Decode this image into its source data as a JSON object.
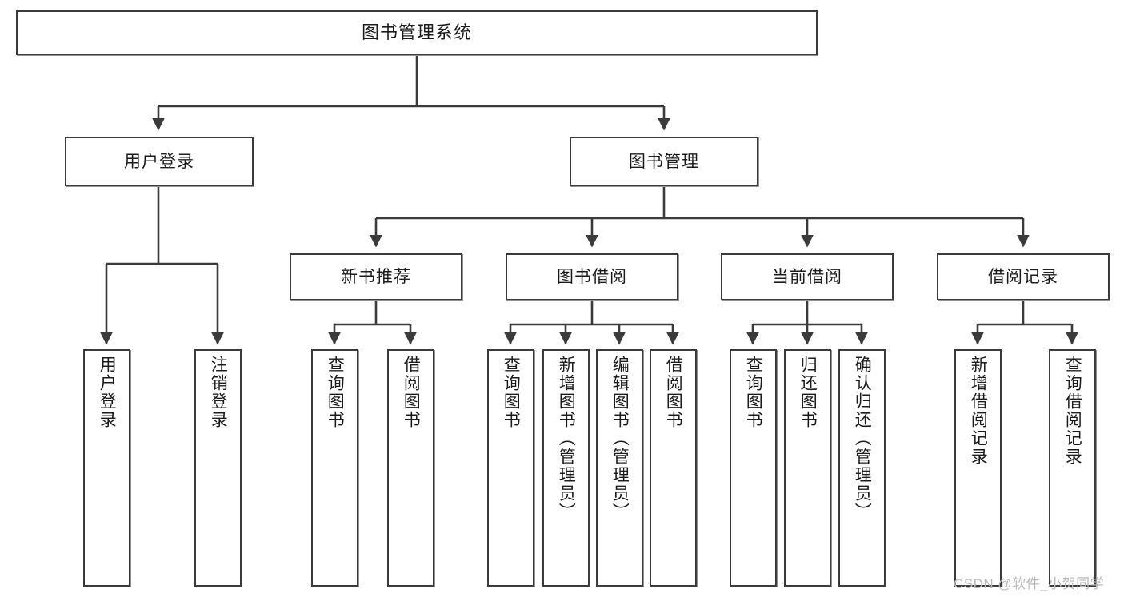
{
  "diagram": {
    "title": "图书管理系统",
    "type": "hierarchy-tree",
    "line_color": "#3b3b3b",
    "box_fill": "#ffffff",
    "text_color": "#1c1c1c",
    "levels": 4,
    "root": {
      "label": "图书管理系统"
    },
    "level2": [
      {
        "label": "用户登录"
      },
      {
        "label": "图书管理"
      }
    ],
    "level3": [
      {
        "label": "新书推荐"
      },
      {
        "label": "图书借阅"
      },
      {
        "label": "当前借阅"
      },
      {
        "label": "借阅记录"
      }
    ],
    "leaves": [
      {
        "label": "用户登录",
        "parent": "用户登录"
      },
      {
        "label": "注销登录",
        "parent": "用户登录"
      },
      {
        "label": "查询图书",
        "parent": "新书推荐"
      },
      {
        "label": "借阅图书",
        "parent": "新书推荐"
      },
      {
        "label": "查询图书",
        "parent": "图书借阅"
      },
      {
        "label": "新增图书（管理员）",
        "parent": "图书借阅"
      },
      {
        "label": "编辑图书（管理员）",
        "parent": "图书借阅"
      },
      {
        "label": "借阅图书",
        "parent": "图书借阅"
      },
      {
        "label": "查询图书",
        "parent": "当前借阅"
      },
      {
        "label": "归还图书",
        "parent": "当前借阅"
      },
      {
        "label": "确认归还（管理员）",
        "parent": "当前借阅"
      },
      {
        "label": "新增借阅记录",
        "parent": "借阅记录"
      },
      {
        "label": "查询借阅记录",
        "parent": "借阅记录"
      }
    ]
  },
  "watermark": {
    "text": "CSDN @软件_小贺同学",
    "color": "#b9b9b9"
  }
}
